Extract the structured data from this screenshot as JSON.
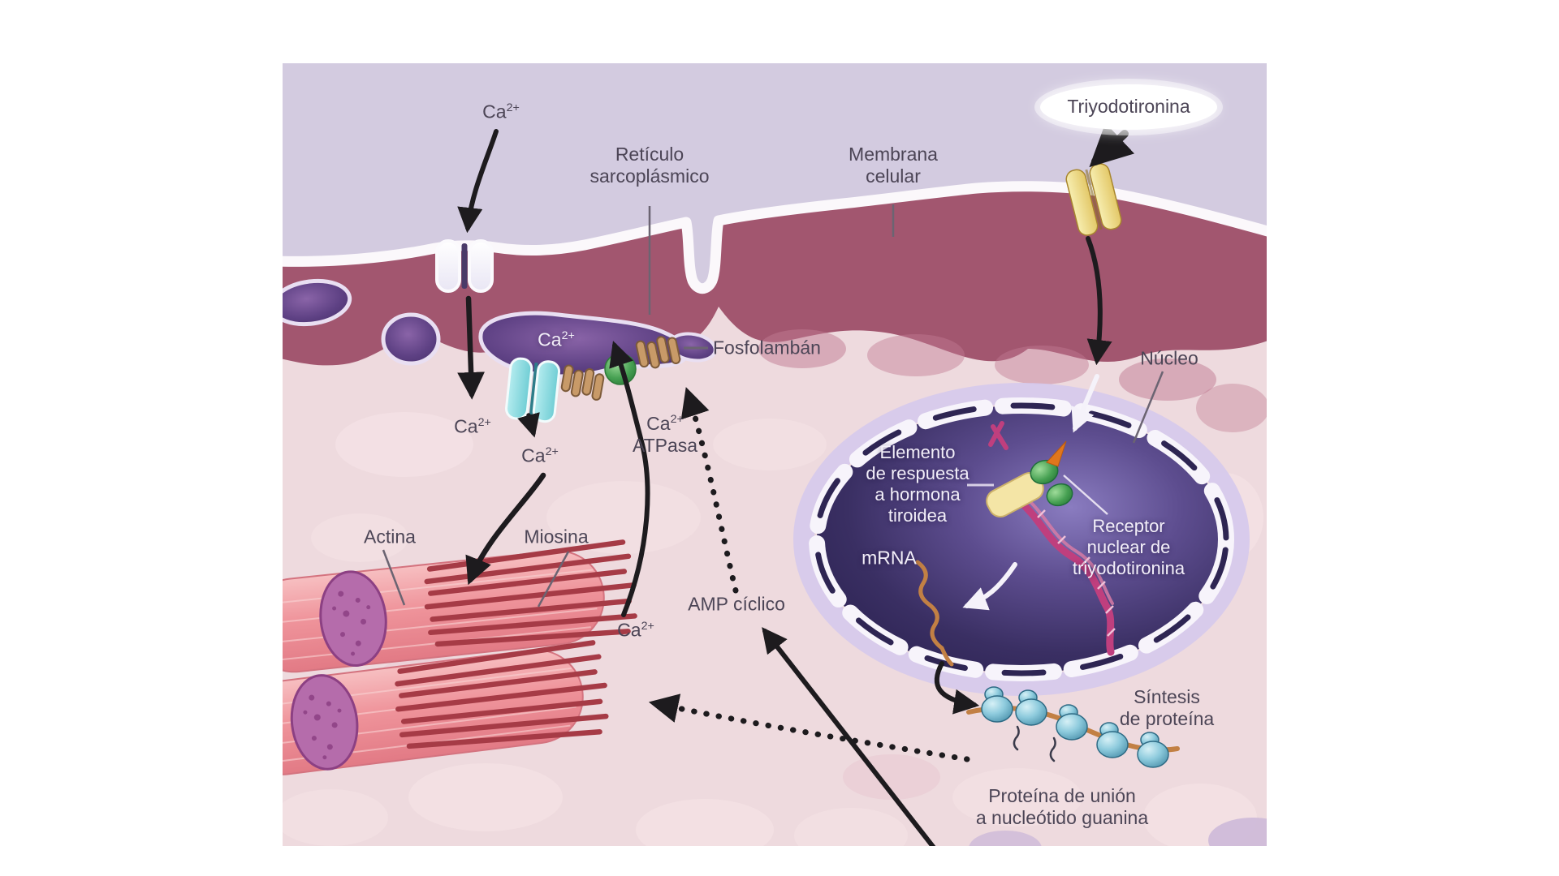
{
  "labels": {
    "ca_top": {
      "base": "Ca",
      "sup": "2+"
    },
    "reticulo": {
      "lines": [
        "Retículo",
        "sarcoplásmico"
      ]
    },
    "membrana": {
      "lines": [
        "Membrana",
        "celular"
      ]
    },
    "triyodotironina": {
      "text": "Triyodotironina"
    },
    "fosfolamban": {
      "text": "Fosfolambán"
    },
    "nucleo": {
      "text": "Núcleo"
    },
    "ca_sr": {
      "base": "Ca",
      "sup": "2+"
    },
    "ca_entry": {
      "base": "Ca",
      "sup": "2+"
    },
    "ca_release": {
      "base": "Ca",
      "sup": "2+"
    },
    "ca_atpasa": {
      "base": "Ca",
      "sup": "2+",
      "line2": "ATPasa"
    },
    "elemento": {
      "lines": [
        "Elemento",
        "de respuesta",
        "a hormona",
        "tiroidea"
      ]
    },
    "receptor": {
      "lines": [
        "Receptor",
        "nuclear de",
        "triyodotironina"
      ]
    },
    "mrna": {
      "text": "mRNA"
    },
    "actina": {
      "text": "Actina"
    },
    "miosina": {
      "text": "Miosina"
    },
    "amp": {
      "text": "AMP cíclico"
    },
    "ca_myofil": {
      "base": "Ca",
      "sup": "2+"
    },
    "sintesis": {
      "lines": [
        "Síntesis",
        "de proteína"
      ]
    },
    "proteina": {
      "lines": [
        "Proteína de unión",
        "a nucleótido guanina"
      ]
    }
  },
  "colors": {
    "extracellular": "#d3cbe0",
    "membrane": "#a2566f",
    "membrane_outline": "#fbf8fb",
    "cytoplasm": "#eedade",
    "sr_purple": "#5c3d7d",
    "nucleus_dark": "#2e2553",
    "nuclear_envelope": "#d5c9ec",
    "channel_cyan": "#7fd8db",
    "channel_yellow": "#eedc8a",
    "receptor_green": "#3aa05c",
    "t3_orange": "#e0761c",
    "ribosome_teal": "#7fc4d8",
    "filament_pink": "#f0989e",
    "myosin_red": "#a63b46",
    "disc_purple": "#b56cab",
    "helix_magenta": "#bf3f7e",
    "mrna_tan": "#c28044",
    "arrow_black": "#1d1b1e",
    "label_dark": "#4c4556",
    "label_light": "#f3eff9"
  }
}
